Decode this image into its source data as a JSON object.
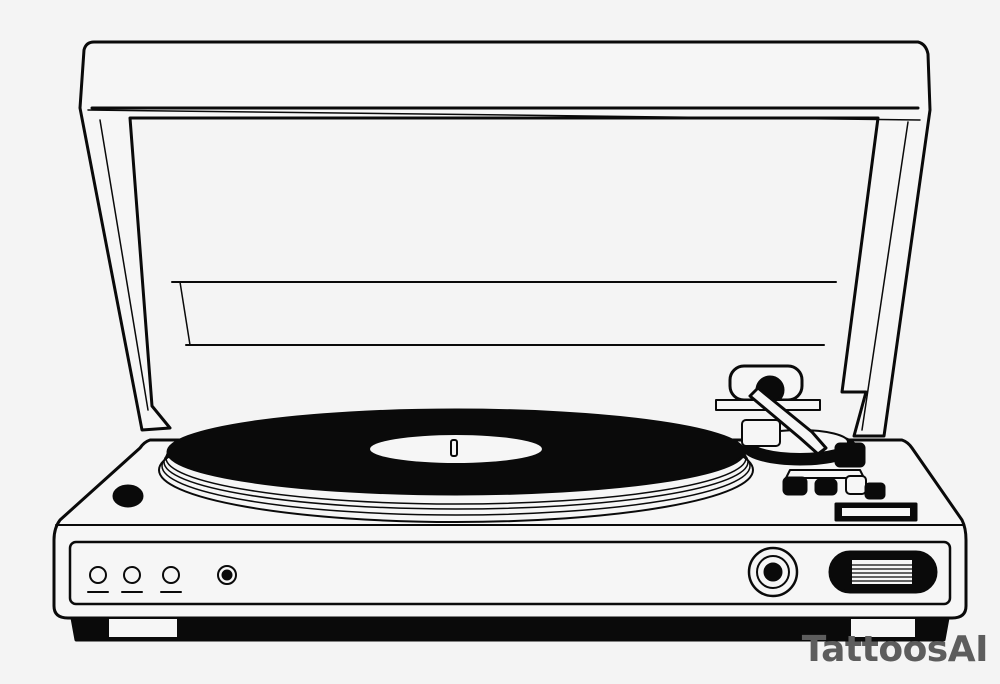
{
  "image": {
    "subject": "turntable",
    "style": "black line-art drawing"
  },
  "colors": {
    "background": "#f4f4f4",
    "ink": "#0a0a0a",
    "paper": "#f6f6f6",
    "watermark": "#5d5d5d"
  },
  "icons": {
    "record": "vinyl-record-icon",
    "tonearm": "tonearm-icon",
    "knob": "control-knob-icon"
  },
  "watermark": {
    "text": "TattoosAI"
  }
}
